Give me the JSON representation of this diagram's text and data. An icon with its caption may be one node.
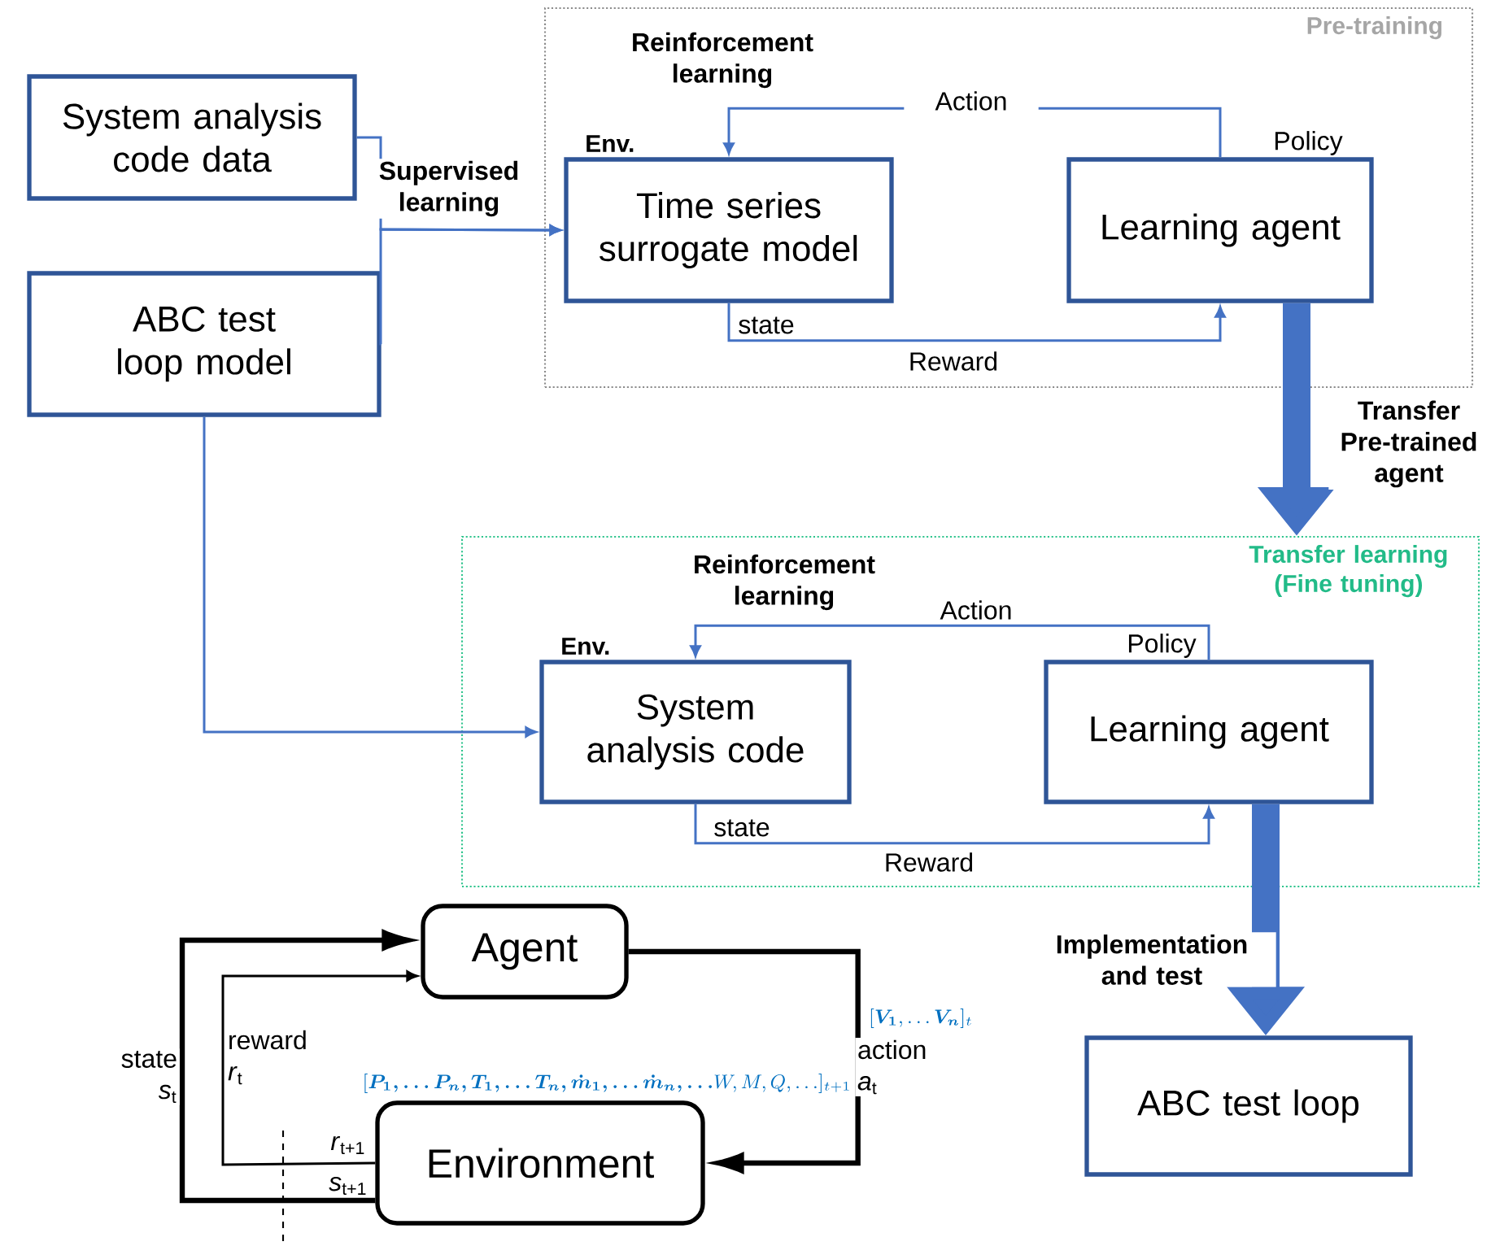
{
  "diagram": {
    "nodes": [
      {
        "text": [
          "Pre-training"
        ]
      },
      {
        "text": [
          "System analysis code data"
        ]
      },
      {
        "text": [
          "ABC test loop model"
        ]
      },
      {
        "text": [
          "Time series surrogate model"
        ],
        "in": 0,
        "beside": [
          "Env."
        ]
      },
      {
        "text": [
          "Learning agent"
        ],
        "in": 0
      },
      {
        "text": [
          "Transfer learning (Fine tuning)"
        ]
      },
      {
        "text": [
          "System analysis code"
        ],
        "in": 5,
        "beside": [
          "Env."
        ]
      },
      {
        "text": [
          "Learning agent"
        ],
        "in": 5
      },
      {
        "text": [
          "ABC test loop"
        ]
      },
      {
        "text": [
          "Agent"
        ]
      },
      {
        "text": [
          "Environment"
        ]
      }
    ],
    "edges": [
      {
        "from": 1,
        "to": 3,
        "arrow": "to",
        "label": "Supervised learning"
      },
      {
        "from": 2,
        "to": 3,
        "arrow": "to"
      },
      {
        "from": 4,
        "to": 3,
        "arrow": "to",
        "label": "Action"
      },
      {
        "from": 3,
        "to": 4,
        "arrow": "to",
        "label": "Reward"
      },
      {
        "from": 4,
        "to": 5,
        "arrow": "to",
        "label": "Transfer Pre-trained agent",
        "style": "thick"
      },
      {
        "from": 2,
        "to": 6,
        "arrow": "to"
      },
      {
        "from": 7,
        "to": 6,
        "arrow": "to",
        "label": "Action"
      },
      {
        "from": 6,
        "to": 7,
        "arrow": "to",
        "label": "Reward"
      },
      {
        "from": 7,
        "to": 8,
        "arrow": "to",
        "label": "Implementation and test",
        "style": "thick"
      },
      {
        "from": 9,
        "to": 10,
        "arrow": "to",
        "label": "action *a*$_{t}$",
        "style": "thick",
        "color": "#000000"
      },
      {
        "from": 10,
        "to": 9,
        "arrow": "to",
        "label": "state *s*$_{t}$",
        "style": "thick",
        "color": "#000000"
      },
      {
        "from": 10,
        "to": 9,
        "arrow": "to",
        "label": "reward *r*$_{t}$",
        "color": "#000000"
      }
    ],
    "labels": [
      "Reinforcement learning",
      "Policy",
      "state",
      "Reinforcement learning",
      "Policy",
      "state",
      "[\\boldsymbol{V_1}, \\ldots \\boldsymbol{V_n}]_t",
      "[\\boldsymbol{P_1,\\ldots P_n,T_1,\\ldots T_n,\\dot{m}_1,\\ldots \\dot{m}_n,\\ldots} W, M, Q, \\ldots]_{t+1}",
      "*r*$_{t+1}$",
      "*s*$_{t+1}$"
    ]
  }
}
